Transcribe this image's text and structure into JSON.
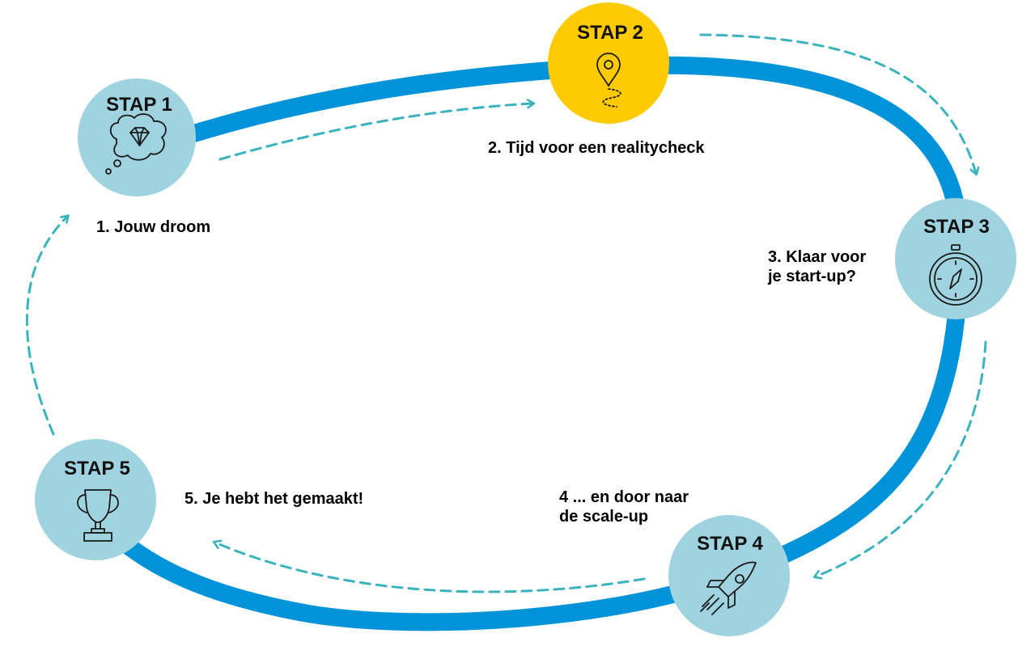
{
  "colors": {
    "loop": "#0093d9",
    "arrows": "#3bb3bd",
    "circle": "#9fd3df",
    "active_circle": "#fecb00",
    "icon": "#1a1a1a",
    "text": "#000000"
  },
  "steps": [
    {
      "title": "STAP 1",
      "icon": "diamond-thought-icon",
      "caption": [
        "1. Jouw droom"
      ]
    },
    {
      "title": "STAP 2",
      "icon": "map-pin-path-icon",
      "caption": [
        "2. Tijd voor een realitycheck"
      ],
      "active": true
    },
    {
      "title": "STAP 3",
      "icon": "compass-icon",
      "caption": [
        "3. Klaar voor",
        "je start-up?"
      ]
    },
    {
      "title": "STAP 4",
      "icon": "rocket-icon",
      "caption": [
        "4 ... en door naar",
        "de scale-up"
      ]
    },
    {
      "title": "STAP 5",
      "icon": "trophy-icon",
      "caption": [
        "5. Je hebt het gemaakt!"
      ]
    }
  ]
}
